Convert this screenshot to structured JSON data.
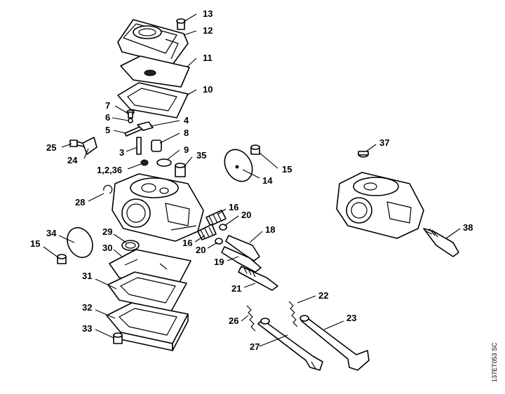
{
  "drawing_code": "137ET053 SC",
  "callouts": [
    {
      "id": "c13",
      "label": "13"
    },
    {
      "id": "c12",
      "label": "12"
    },
    {
      "id": "c11",
      "label": "11"
    },
    {
      "id": "c10",
      "label": "10"
    },
    {
      "id": "c7",
      "label": "7"
    },
    {
      "id": "c6",
      "label": "6"
    },
    {
      "id": "c5",
      "label": "5"
    },
    {
      "id": "c4",
      "label": "4"
    },
    {
      "id": "c8",
      "label": "8"
    },
    {
      "id": "c3",
      "label": "3"
    },
    {
      "id": "c25",
      "label": "25"
    },
    {
      "id": "c24",
      "label": "24"
    },
    {
      "id": "c9",
      "label": "9"
    },
    {
      "id": "c1236",
      "label": "1,2,36"
    },
    {
      "id": "c35",
      "label": "35"
    },
    {
      "id": "c15a",
      "label": "15"
    },
    {
      "id": "c14",
      "label": "14"
    },
    {
      "id": "c37",
      "label": "37"
    },
    {
      "id": "c28",
      "label": "28"
    },
    {
      "id": "c16a",
      "label": "16"
    },
    {
      "id": "c20a",
      "label": "20"
    },
    {
      "id": "c18",
      "label": "18"
    },
    {
      "id": "c16b",
      "label": "16"
    },
    {
      "id": "c20b",
      "label": "20"
    },
    {
      "id": "c19",
      "label": "19"
    },
    {
      "id": "c38",
      "label": "38"
    },
    {
      "id": "c34",
      "label": "34"
    },
    {
      "id": "c15b",
      "label": "15"
    },
    {
      "id": "c29",
      "label": "29"
    },
    {
      "id": "c30",
      "label": "30"
    },
    {
      "id": "c31",
      "label": "31"
    },
    {
      "id": "c21",
      "label": "21"
    },
    {
      "id": "c22",
      "label": "22"
    },
    {
      "id": "c32",
      "label": "32"
    },
    {
      "id": "c26",
      "label": "26"
    },
    {
      "id": "c23",
      "label": "23"
    },
    {
      "id": "c33",
      "label": "33"
    },
    {
      "id": "c27",
      "label": "27"
    }
  ]
}
